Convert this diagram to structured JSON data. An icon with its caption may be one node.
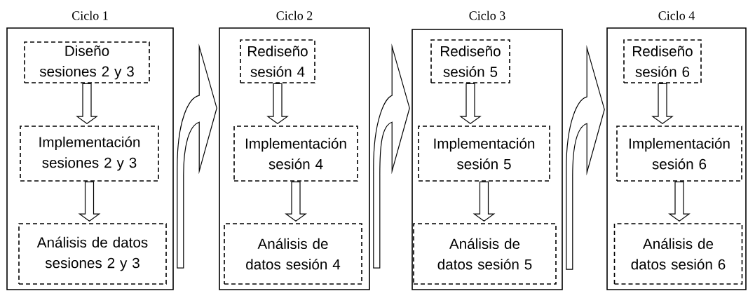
{
  "diagram": {
    "nodes": [
      {
        "text": [
          "Ciclo 1"
        ]
      },
      {
        "text": [
          "Diseño sesiones 2 y 3"
        ],
        "in": 0
      },
      {
        "text": [
          "Implementación sesiones 2 y 3"
        ],
        "in": 0
      },
      {
        "text": [
          "Análisis de datos sesiones 2 y 3"
        ],
        "in": 0
      },
      {
        "text": [
          "Ciclo 2"
        ]
      },
      {
        "text": [
          "Rediseño sesión 4"
        ],
        "in": 4
      },
      {
        "text": [
          "Implementación sesión 4"
        ],
        "in": 4
      },
      {
        "text": [
          "Análisis de datos sesión 4"
        ],
        "in": 4
      },
      {
        "text": [
          "Ciclo 3"
        ]
      },
      {
        "text": [
          "Rediseño sesión 5"
        ],
        "in": 8
      },
      {
        "text": [
          "Implementación sesión 5"
        ],
        "in": 8
      },
      {
        "text": [
          "Análisis de datos sesión 5"
        ],
        "in": 8
      },
      {
        "text": [
          "Ciclo 4"
        ]
      },
      {
        "text": [
          "Rediseño sesión 6"
        ],
        "in": 12
      },
      {
        "text": [
          "Implementación sesión 6"
        ],
        "in": 12
      },
      {
        "text": [
          "Análisis de datos sesión 6"
        ],
        "in": 12
      }
    ],
    "edges": [
      {
        "from": 1,
        "to": 2,
        "arrow": "to"
      },
      {
        "from": 2,
        "to": 3,
        "arrow": "to"
      },
      {
        "from": 0,
        "to": 4,
        "arrow": "to"
      },
      {
        "from": 5,
        "to": 6,
        "arrow": "to"
      },
      {
        "from": 6,
        "to": 7,
        "arrow": "to"
      },
      {
        "from": 4,
        "to": 8,
        "arrow": "to"
      },
      {
        "from": 9,
        "to": 10,
        "arrow": "to"
      },
      {
        "from": 10,
        "to": 11,
        "arrow": "to"
      },
      {
        "from": 8,
        "to": 12,
        "arrow": "to"
      },
      {
        "from": 13,
        "to": 14,
        "arrow": "to"
      },
      {
        "from": 14,
        "to": 15,
        "arrow": "to"
      }
    ]
  }
}
